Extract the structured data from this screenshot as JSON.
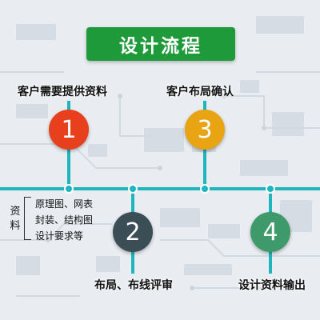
{
  "title": "设计流程",
  "colors": {
    "title_bg": "#1e9a3a",
    "line": "#1fb5bd",
    "step1": "#e8401c",
    "step2": "#3b4e56",
    "step3": "#e8a412",
    "step4": "#3e9a6b"
  },
  "steps": [
    {
      "number": "1",
      "label": "客户需要提供资料"
    },
    {
      "number": "2",
      "label": "布局、布线评审"
    },
    {
      "number": "3",
      "label": "客户布局确认"
    },
    {
      "number": "4",
      "label": "设计资料输出"
    }
  ],
  "materials": {
    "title": "资料",
    "items": [
      "原理图、网表",
      "封装、结构图",
      "设计要求等"
    ]
  }
}
